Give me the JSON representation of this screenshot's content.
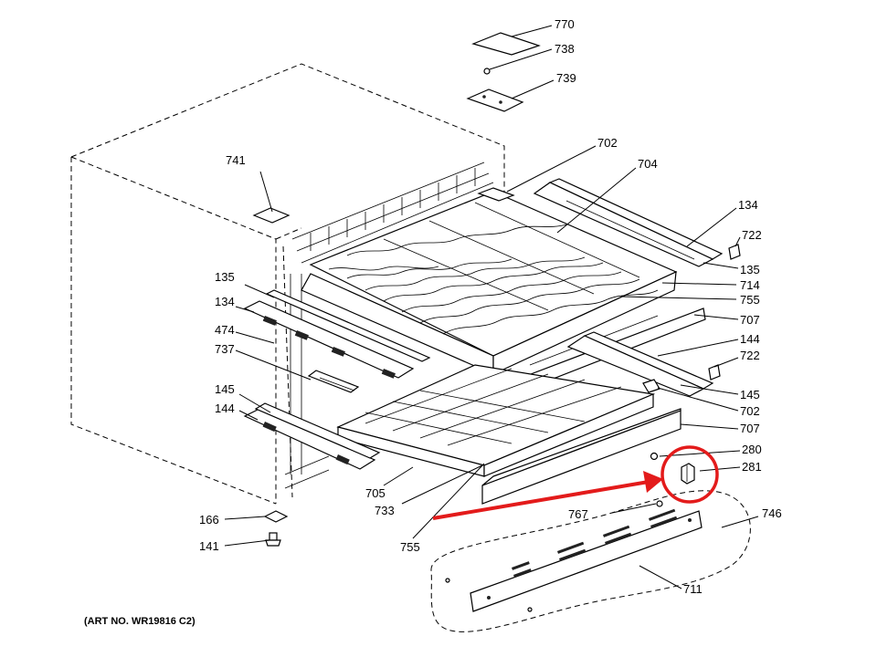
{
  "art_number": "(ART NO. WR19816 C2)",
  "labels": {
    "l770": "770",
    "l738": "738",
    "l739": "739",
    "l702a": "702",
    "l704": "704",
    "l741": "741",
    "l134a": "134",
    "l722a": "722",
    "l135a": "135",
    "l714": "714",
    "l755a": "755",
    "l707a": "707",
    "l144a": "144",
    "l722b": "722",
    "l145a": "145",
    "l702b": "702",
    "l707b": "707",
    "l280": "280",
    "l281": "281",
    "l746": "746",
    "l767": "767",
    "l711": "711",
    "l135b": "135",
    "l134b": "134",
    "l474": "474",
    "l737": "737",
    "l145b": "145",
    "l144b": "144",
    "l705": "705",
    "l733": "733",
    "l755b": "755",
    "l166": "166",
    "l141": "141"
  },
  "highlight": {
    "circle_color": "#e31b1b",
    "arrow_color": "#e31b1b",
    "target_part": "281"
  }
}
